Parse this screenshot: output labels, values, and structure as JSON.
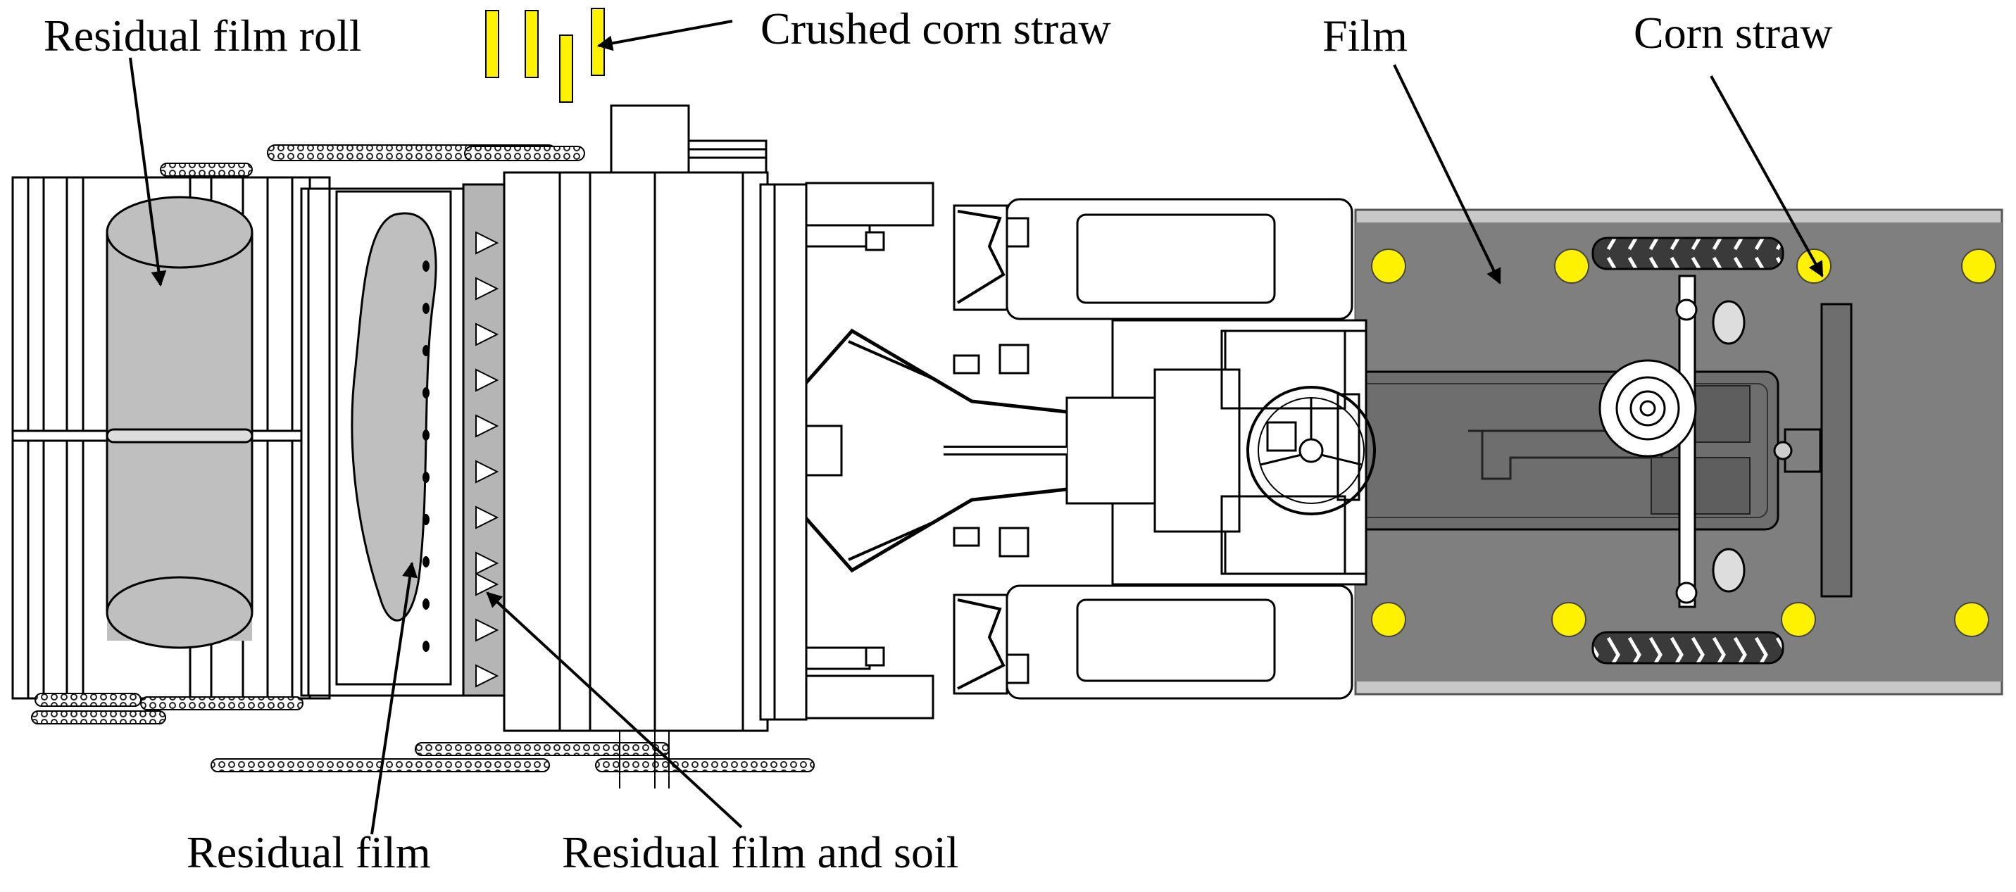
{
  "labels": {
    "residual_film_roll": "Residual film roll",
    "crushed_corn_straw": "Crushed corn straw",
    "film": "Film",
    "corn_straw": "Corn straw",
    "residual_film": "Residual film",
    "residual_film_and_soil": "Residual film and soil"
  },
  "colors": {
    "straw_yellow": "#FFF200",
    "film_gray": "#7F7F7F",
    "film_edge": "#C8C8C8",
    "residual_film_fill": "#BFBFBF",
    "line": "#000000",
    "machine_fill": "#FFFFFF",
    "tractor_dark": "#6E6E6E"
  },
  "icons": {
    "arrow": "arrow-icon",
    "straw_piece": "straw-piece-icon",
    "straw_dot": "straw-dot-icon"
  }
}
